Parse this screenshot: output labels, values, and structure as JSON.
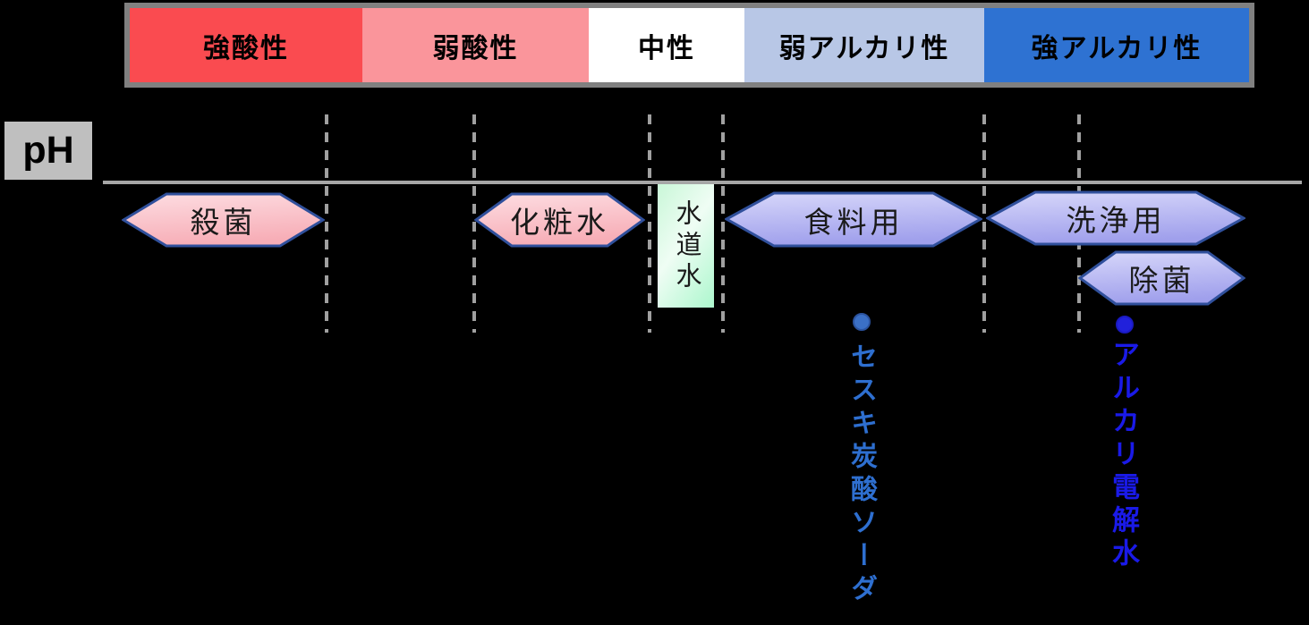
{
  "scale_bar": {
    "segments": [
      {
        "label": "強酸性",
        "color": "#FA4B50"
      },
      {
        "label": "弱酸性",
        "color": "#FA959B"
      },
      {
        "label": "中性",
        "color": "#FFFFFF"
      },
      {
        "label": "弱アルカリ性",
        "color": "#B8C7E6"
      },
      {
        "label": "強アルカリ性",
        "color": "#2E72D2"
      }
    ],
    "border_color": "#808080"
  },
  "axis": {
    "label": "pH",
    "label_box_color": "#BFBFBF",
    "line_color": "#A6A6A6",
    "tick_color": "#A0A0A0"
  },
  "badges": {
    "sterilization": {
      "label": "殺菌"
    },
    "lotion": {
      "label": "化粧水"
    },
    "tap_water": {
      "label": "水道水"
    },
    "food_use": {
      "label": "食料用"
    },
    "cleaning_use": {
      "label": "洗浄用"
    },
    "disinfection": {
      "label": "除菌"
    },
    "hex_border_color": "#30509C",
    "pink_gradient": [
      "#FDDDE2",
      "#F7AEB7"
    ],
    "purple_gradient": [
      "#D7D7FA",
      "#A0A0EC"
    ],
    "green_gradient": [
      "#ACF7CD",
      "#EFFDF4"
    ]
  },
  "annotations": [
    {
      "label": "セスキ炭酸ソーダ",
      "color": "#2E6FD0",
      "dot_color": "#3B70C6"
    },
    {
      "label": "アルカリ電解水",
      "color": "#1A1AE8",
      "dot_color": "#2121DB"
    }
  ]
}
